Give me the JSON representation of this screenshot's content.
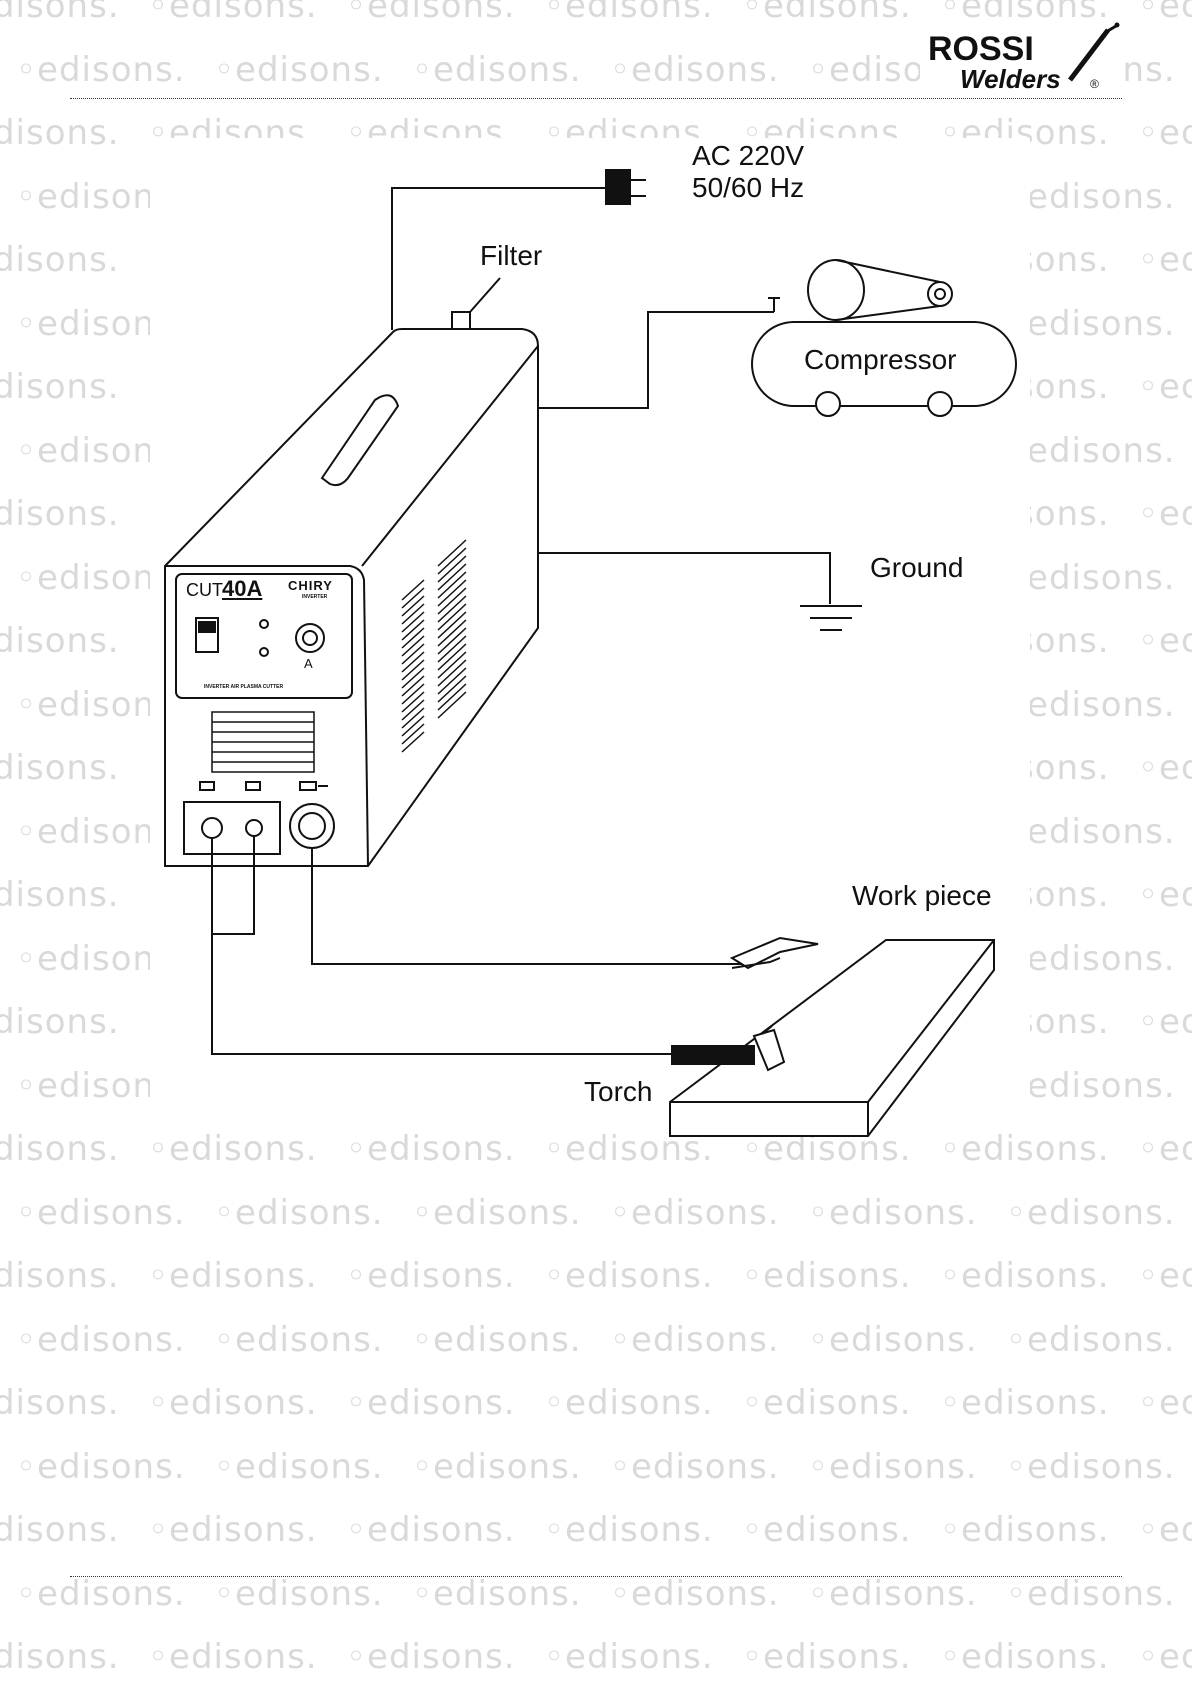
{
  "header": {
    "logo_text_1": "ROSSI",
    "logo_text_2": "Welders",
    "logo_mark": "®"
  },
  "watermark": {
    "text": "edisons."
  },
  "diagram": {
    "power_label_line1": "AC 220V",
    "power_label_line2": "50/60 Hz",
    "filter_label": "Filter",
    "compressor_label": "Compressor",
    "ground_label": "Ground",
    "workpiece_label": "Work piece",
    "torch_label": "Torch",
    "machine": {
      "model_prefix": "CUT",
      "model_number": "40A",
      "brand": "CHIRY",
      "brand_sub": "INVERTER",
      "dial_unit": "A",
      "panel_caption": "INVERTER AIR PLASMA CUTTER"
    }
  }
}
